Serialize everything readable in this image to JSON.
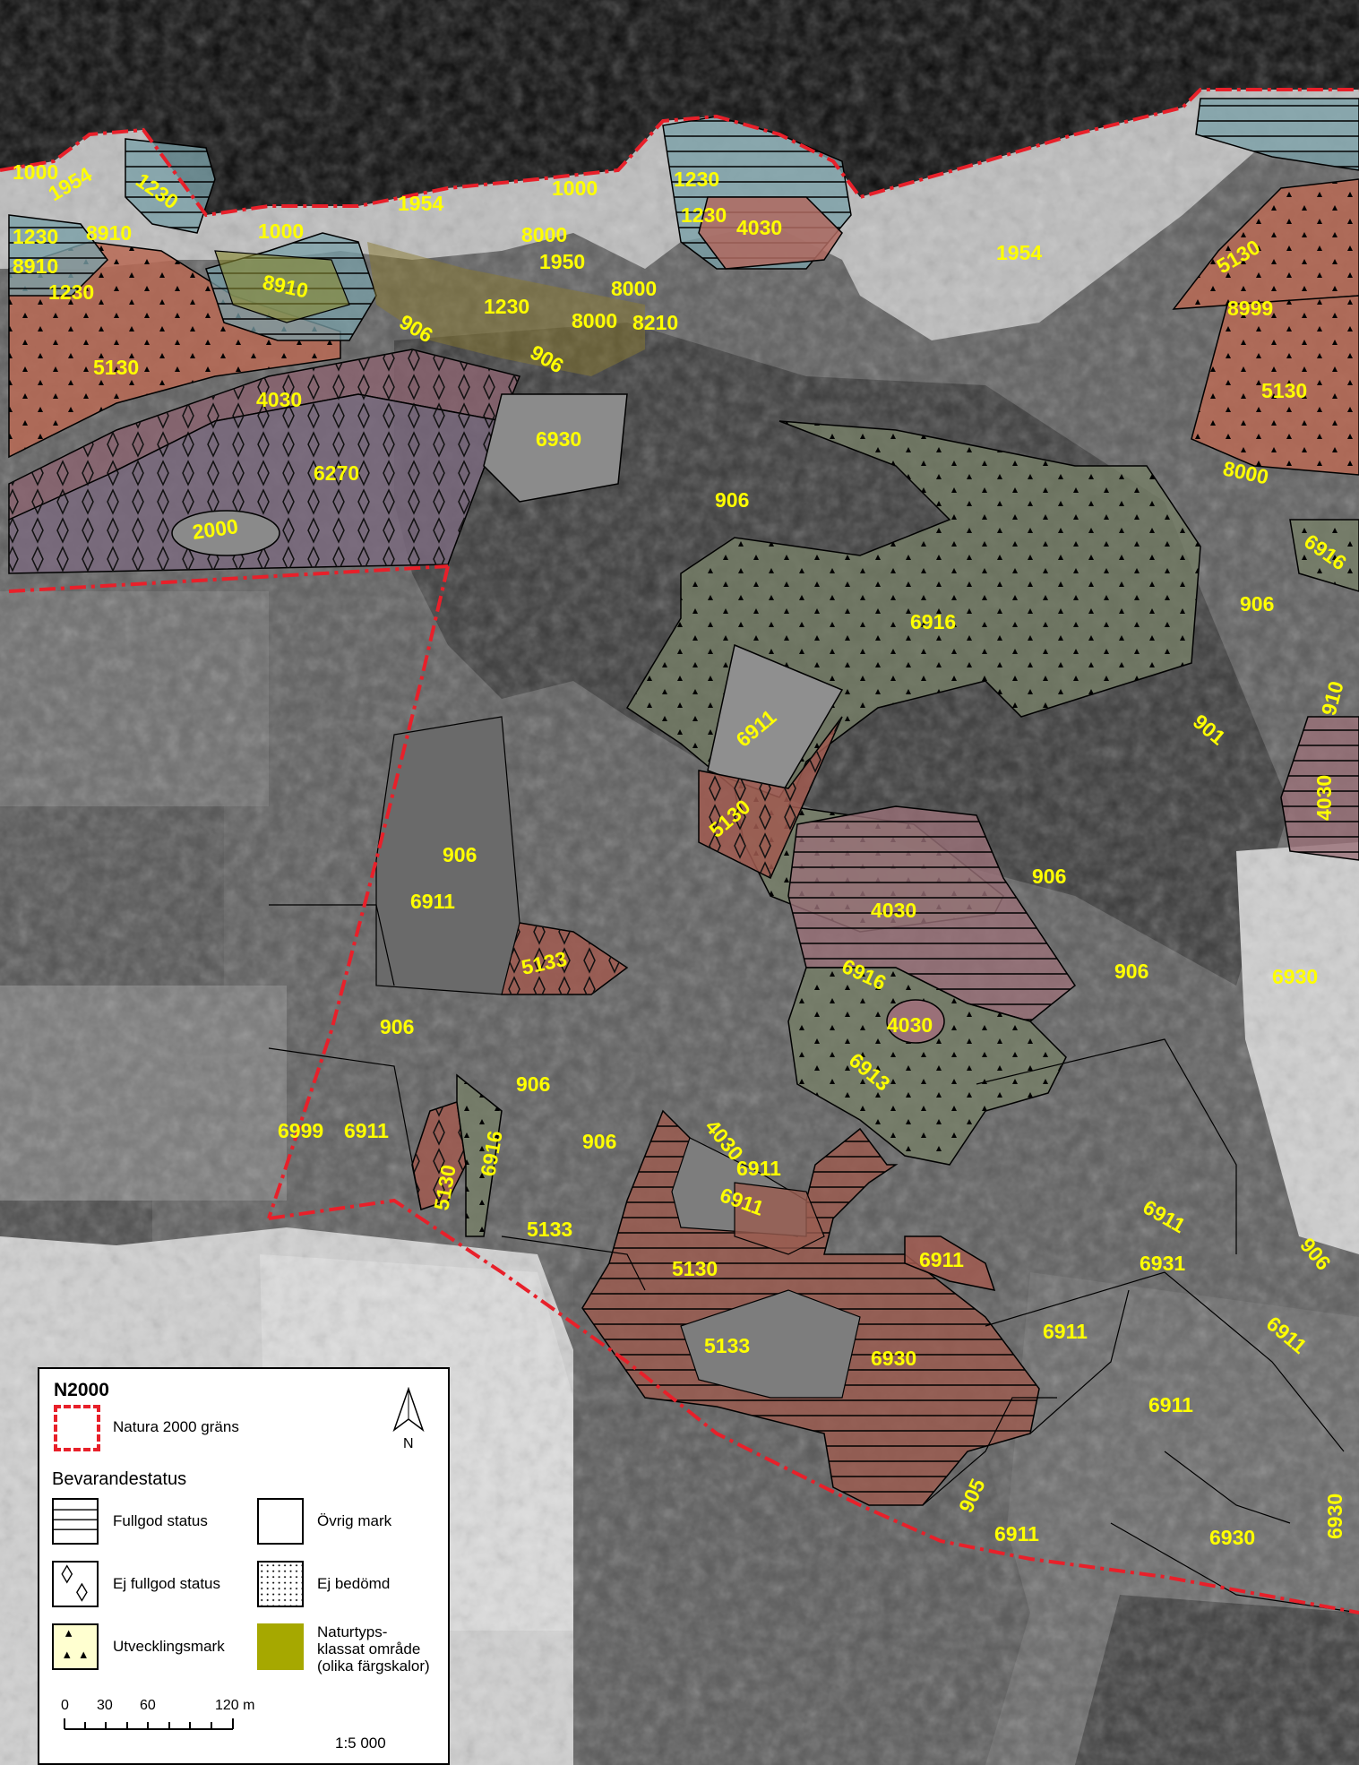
{
  "map": {
    "habitat_labels": [
      "1000",
      "1954",
      "1230",
      "8910",
      "1000",
      "1954",
      "1000",
      "1230",
      "1230",
      "1230",
      "8000",
      "1950",
      "8000",
      "8000",
      "8210",
      "1230",
      "8910",
      "8910",
      "1230",
      "906",
      "906",
      "4030",
      "5130",
      "4030",
      "6270",
      "2000",
      "6930",
      "906",
      "1954",
      "5130",
      "8999",
      "5130",
      "8000",
      "6916",
      "906",
      "6916",
      "6911",
      "5130",
      "910",
      "901",
      "4030",
      "906",
      "6911",
      "906",
      "5133",
      "4030",
      "6916",
      "4030",
      "6913",
      "906",
      "6930",
      "906",
      "906",
      "6999",
      "6911",
      "6916",
      "5130",
      "906",
      "4030",
      "6911",
      "6911",
      "5133",
      "5130",
      "6911",
      "6911",
      "906",
      "6931",
      "6911",
      "6911",
      "5133",
      "6930",
      "6911",
      "905",
      "6911",
      "6930"
    ]
  },
  "legend": {
    "title": "N2000",
    "boundary_label": "Natura 2000 gräns",
    "status_heading": "Bevarandestatus",
    "items": [
      {
        "label": "Fullgod status",
        "symbol": "horizontal-lines"
      },
      {
        "label": "Övrig mark",
        "symbol": "empty-square"
      },
      {
        "label": "Ej fullgod status",
        "symbol": "diamond-pattern"
      },
      {
        "label": "Ej bedömd",
        "symbol": "dot-pattern"
      },
      {
        "label": "Utvecklingsmark",
        "symbol": "triangle-pattern"
      },
      {
        "label": "Naturtyps-",
        "label2": "klassat område",
        "label3": "(olika färgskalor)",
        "symbol": "olive-fill"
      }
    ],
    "north_label": "N",
    "scale_ticks": [
      "0",
      "30",
      "60",
      "120 m"
    ],
    "scale_ratio": "1:5 000",
    "colors": {
      "boundary": "#e8202a",
      "label": "#ffff00",
      "olive": "#a6a800",
      "utveckling_bg": "#ffffd0"
    }
  }
}
